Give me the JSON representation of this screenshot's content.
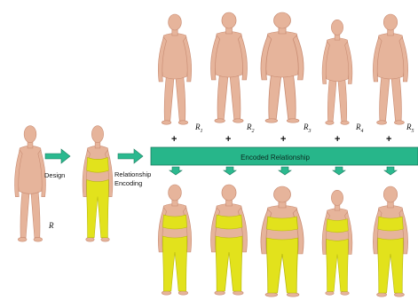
{
  "source": {
    "label": "R"
  },
  "steps": {
    "design": "Design",
    "encoding_line1": "Relationship",
    "encoding_line2": "Encoding"
  },
  "bar": {
    "label": "Encoded Relationship"
  },
  "targets": [
    {
      "label": "R",
      "sub": "1"
    },
    {
      "label": "R",
      "sub": "2"
    },
    {
      "label": "R",
      "sub": "3"
    },
    {
      "label": "R",
      "sub": "4"
    },
    {
      "label": "R",
      "sub": "5"
    }
  ],
  "plus_symbol": "+",
  "colors": {
    "skin": "#e6b49b",
    "skin_shadow": "#c98d74",
    "garment": "#e2e21c",
    "garment_shadow": "#b9b90e",
    "arrow": "#2bb98f",
    "bar": "#27b68a"
  }
}
